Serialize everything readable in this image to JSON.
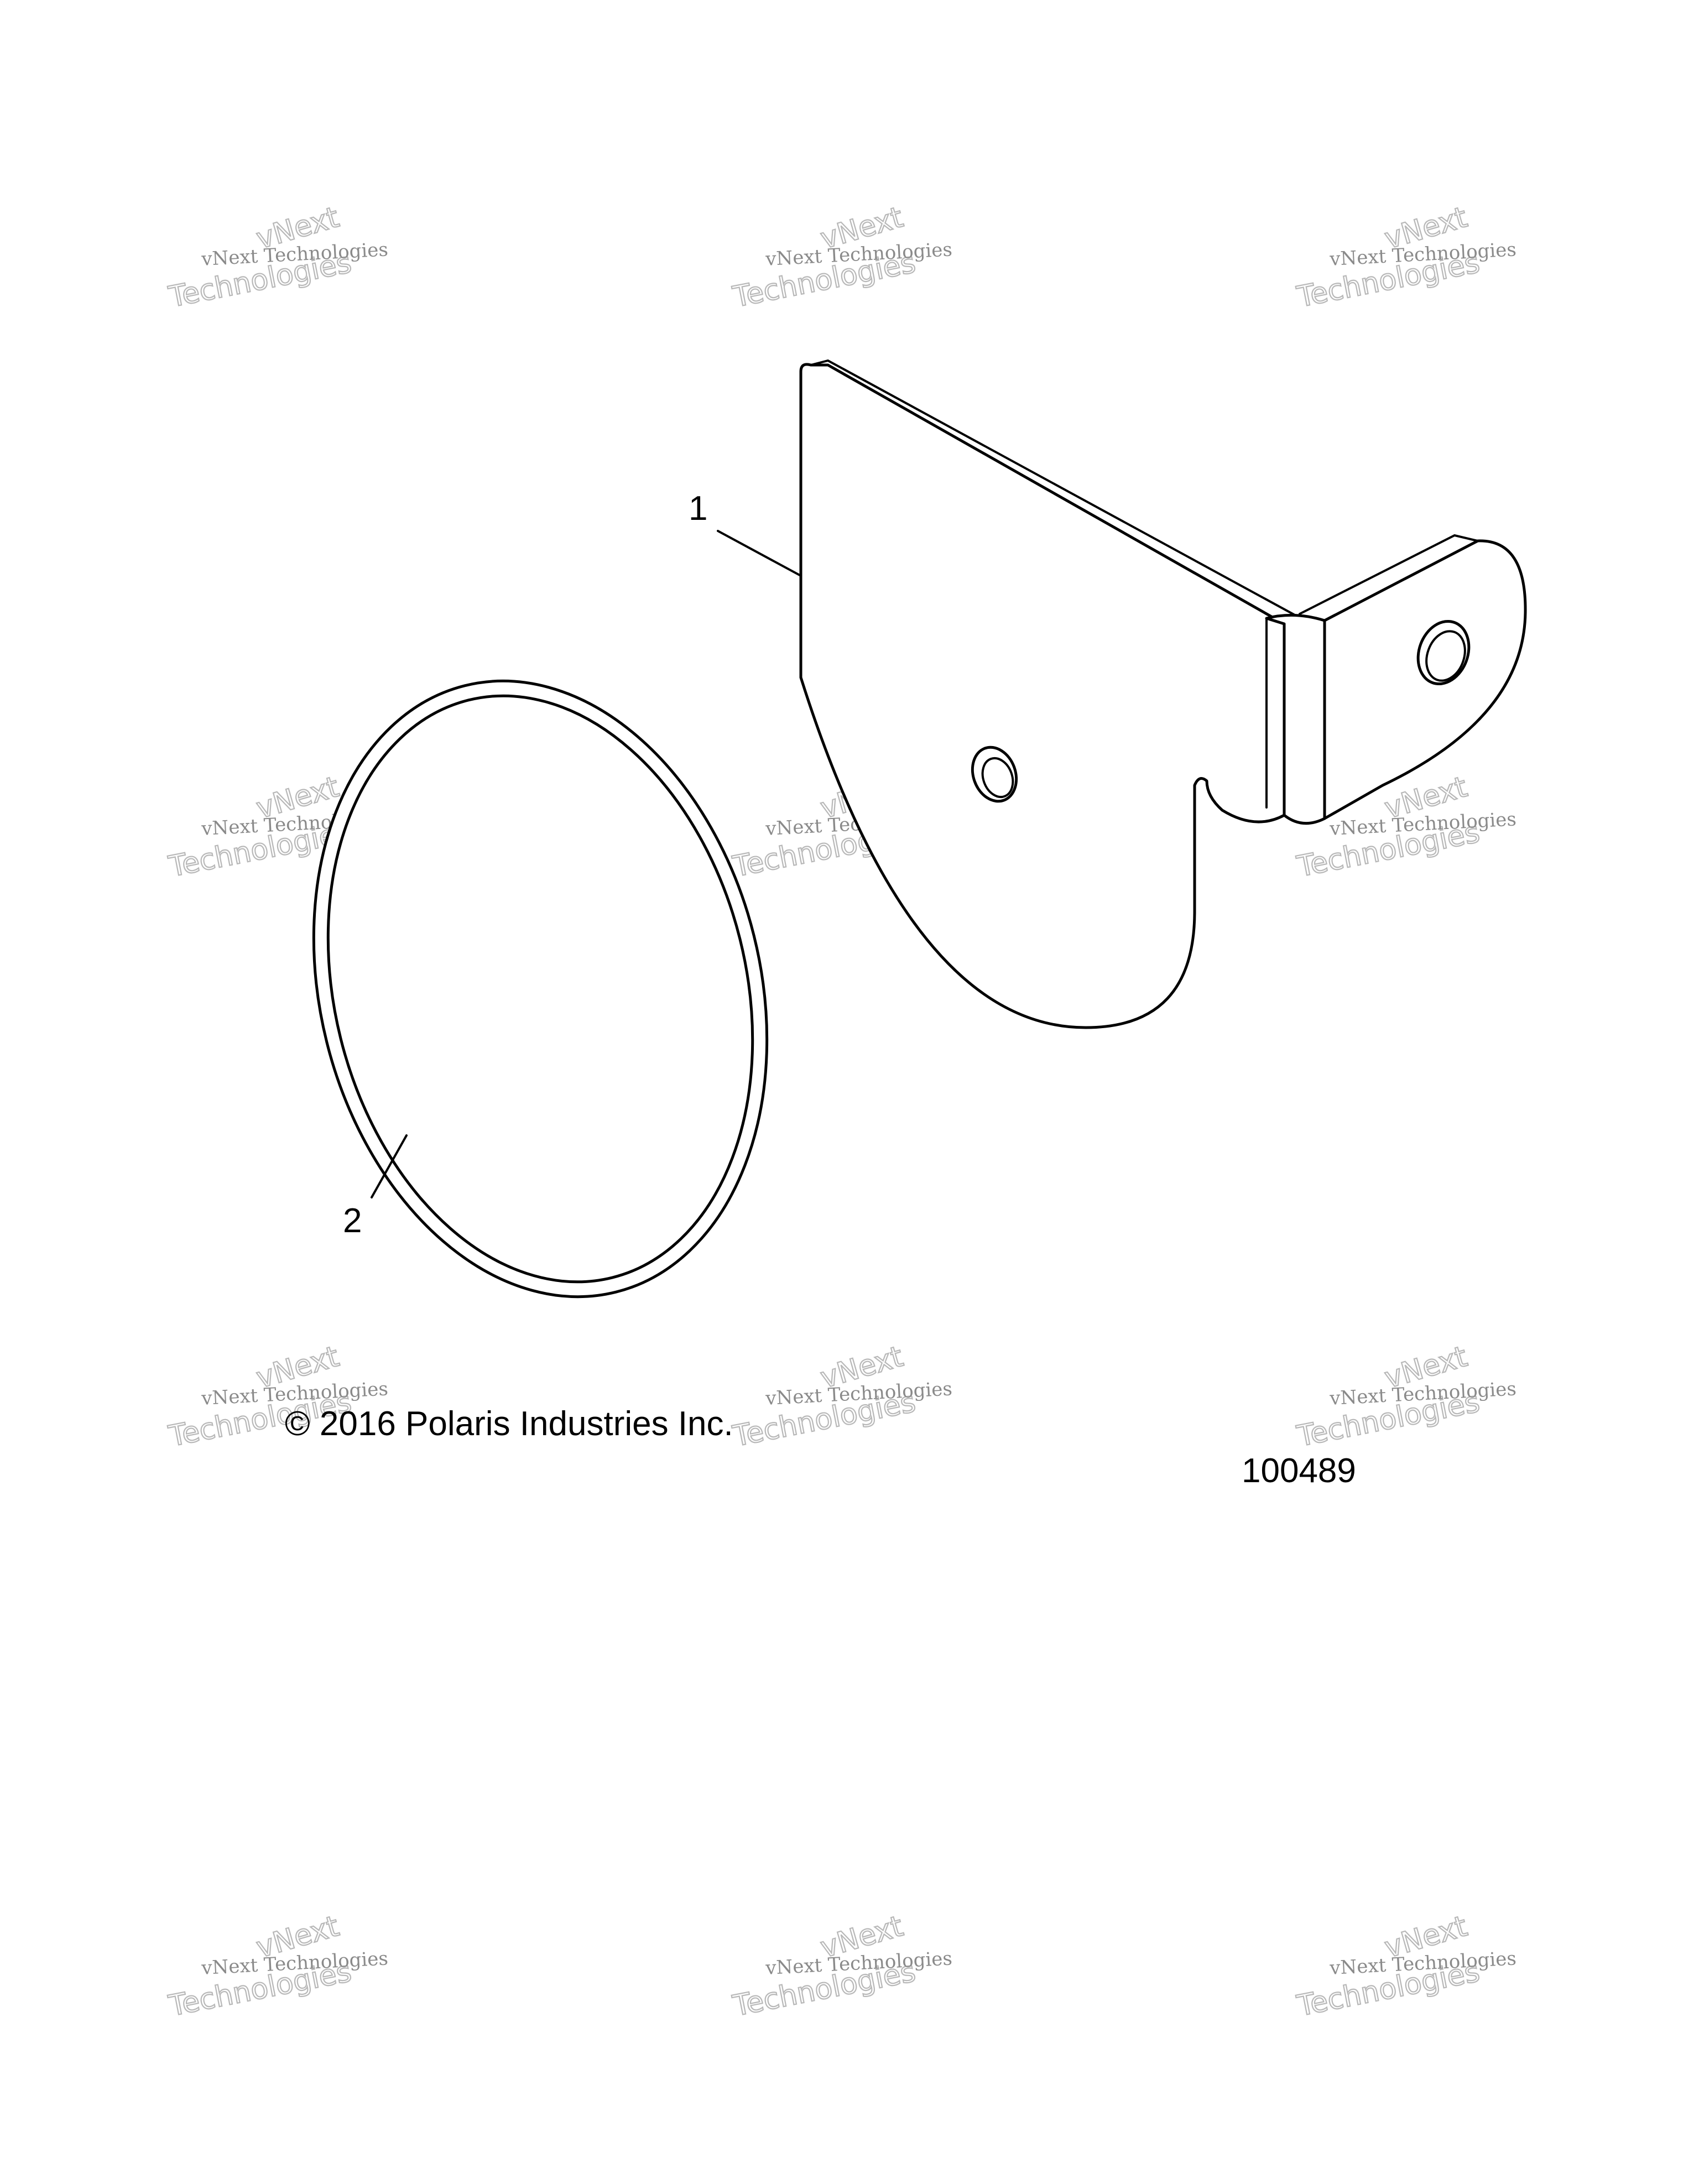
{
  "watermark": {
    "line1": "vNext",
    "line2": "vNext Technologies",
    "line3": "Technologies"
  },
  "callouts": [
    {
      "number": "1",
      "part": "bracket"
    },
    {
      "number": "2",
      "part": "gasket"
    }
  ],
  "footer": {
    "copyright": "© 2016 Polaris Industries Inc.",
    "figure_number": "100489"
  }
}
